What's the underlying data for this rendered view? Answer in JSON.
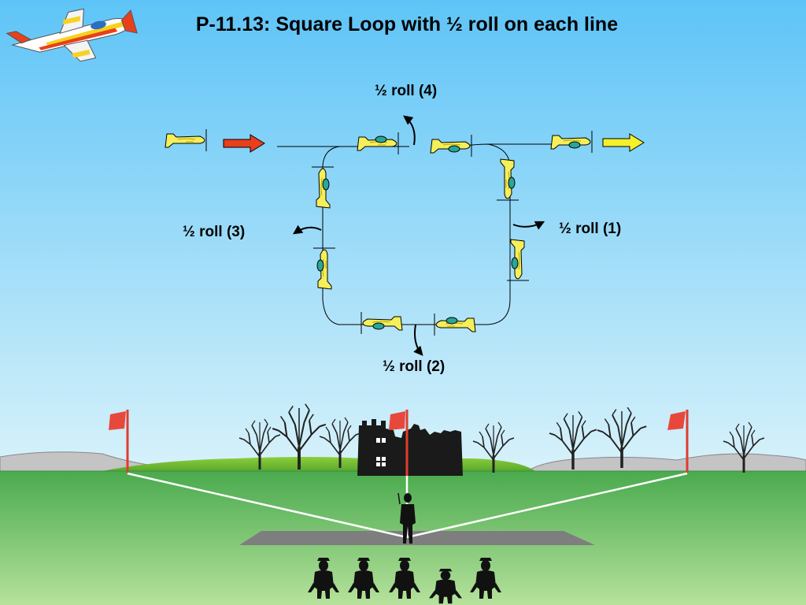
{
  "title": "P-11.13: Square Loop with ½ roll on each line",
  "labels": {
    "roll_1": "½  roll (1)",
    "roll_2": "½  roll (2)",
    "roll_3": "½  roll (3)",
    "roll_4": "½  roll (4)"
  },
  "icons": {
    "logo": "aerobatic-plane-logo-icon",
    "entry_arrow": "entry-arrow-icon",
    "exit_arrow": "exit-arrow-icon",
    "flag": "flag-icon",
    "tree": "tree-icon",
    "castle": "castle-ruin-icon",
    "pilot": "pilot-silhouette-icon",
    "spectator": "spectator-silhouette-icon",
    "roll": "roll-arrow-icon"
  },
  "colors": {
    "sky_top": "#5cc4f7",
    "sky_bottom": "#d2f0fa",
    "grass": "#5cb85c",
    "plane": "#f4ef5a",
    "entry_arrow": "#e8401c",
    "exit_arrow": "#f4f02a",
    "flag": "#e8483c"
  }
}
